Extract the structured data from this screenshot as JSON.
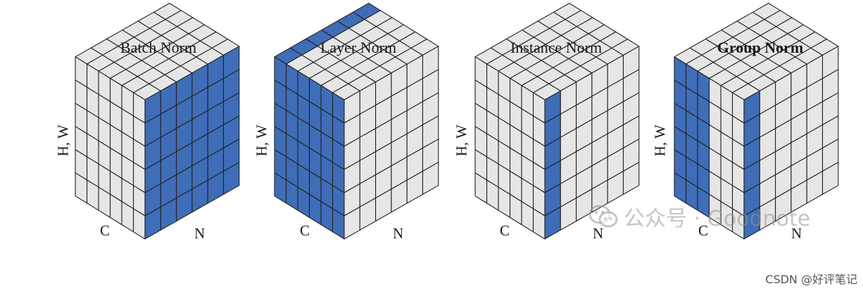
{
  "colors": {
    "highlight": "#3f6db8",
    "cell": "#e6e6e6",
    "edge": "#222222",
    "text": "#1a1a1a"
  },
  "grid": {
    "c": 6,
    "n": 6,
    "h": 6
  },
  "panels": [
    {
      "title": "Batch Norm",
      "bold": false,
      "axis_hw": "H, W",
      "axis_c": "C",
      "axis_n": "N",
      "highlight": {
        "top": null,
        "front_left_cols": [],
        "front_right_cols": [
          0,
          1,
          2,
          3,
          4,
          5
        ]
      }
    },
    {
      "title": "Layer Norm",
      "bold": false,
      "axis_hw": "H, W",
      "axis_c": "C",
      "axis_n": "N",
      "highlight": {
        "top": "left-row",
        "front_left_cols": [
          0,
          1,
          2,
          3,
          4,
          5
        ],
        "front_right_cols": []
      }
    },
    {
      "title": "Instance Norm",
      "bold": false,
      "axis_hw": "H, W",
      "axis_c": "C",
      "axis_n": "N",
      "highlight": {
        "top": null,
        "front_left_cols": [],
        "front_right_cols": [
          0
        ]
      }
    },
    {
      "title": "Group Norm",
      "bold": true,
      "axis_hw": "H, W",
      "axis_c": "C",
      "axis_n": "N",
      "highlight": {
        "top": null,
        "front_left_cols": [
          3,
          4,
          5
        ],
        "front_right_cols": [
          0
        ]
      }
    }
  ],
  "watermark": {
    "icon": "wechat-icon",
    "text": "公众号 · Goodnote"
  },
  "credit": "CSDN @好评笔记"
}
